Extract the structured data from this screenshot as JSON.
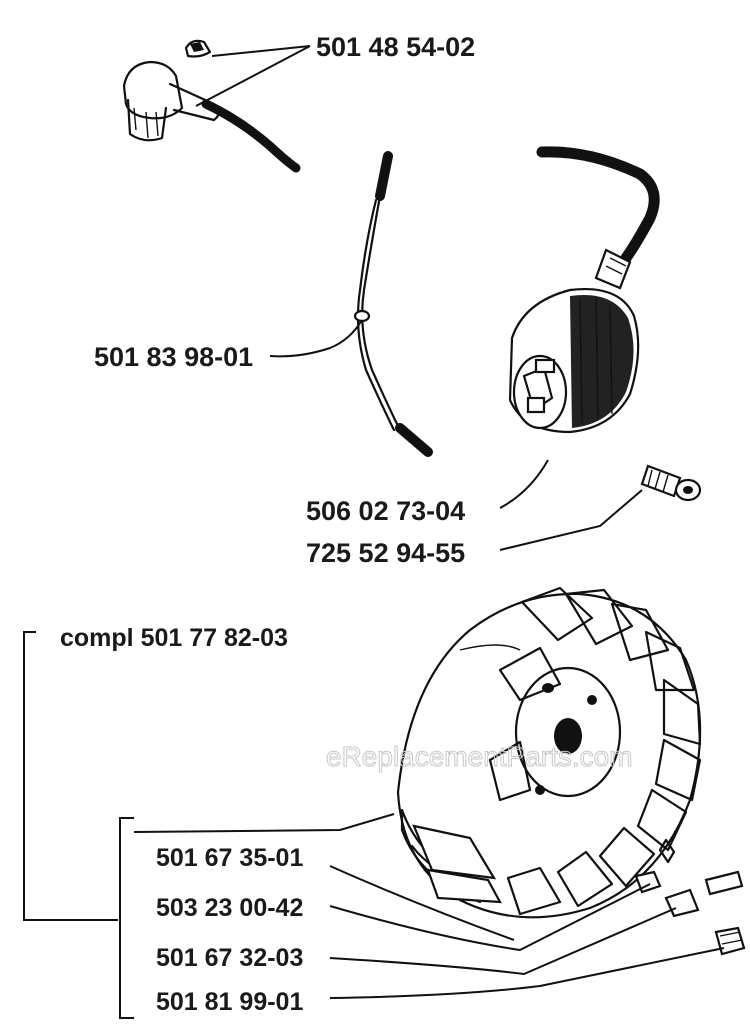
{
  "labels": {
    "spark_plug_cap": "501 48 54-02",
    "ignition_cable": "501 83 98-01",
    "ignition_module": "506 02 73-04",
    "screw": "725 52 94-55",
    "flywheel_complete": "compl 501 77 82-03",
    "flywheel_part_1": "501 67 35-01",
    "flywheel_part_2": "503 23 00-42",
    "flywheel_part_3": "501 67 32-03",
    "flywheel_part_4": "501 81 99-01"
  },
  "watermark": "eReplacementParts.com"
}
